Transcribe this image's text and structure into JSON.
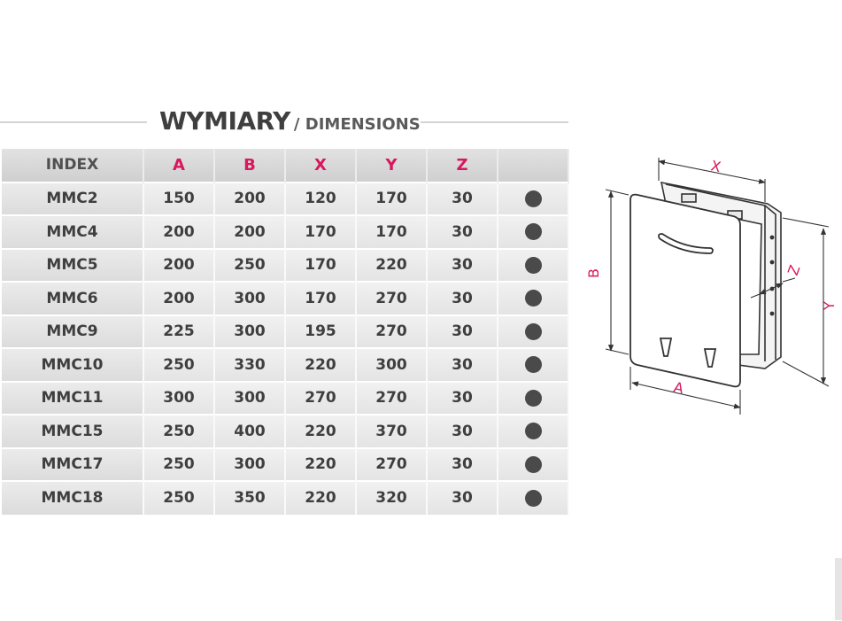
{
  "title": {
    "main": "WYMIARY",
    "sub": "/ DIMENSIONS"
  },
  "table": {
    "headers": [
      "INDEX",
      "A",
      "B",
      "X",
      "Y",
      "Z",
      ""
    ],
    "rows": [
      {
        "index": "MMC2",
        "a": "150",
        "b": "200",
        "x": "120",
        "y": "170",
        "z": "30"
      },
      {
        "index": "MMC4",
        "a": "200",
        "b": "200",
        "x": "170",
        "y": "170",
        "z": "30"
      },
      {
        "index": "MMC5",
        "a": "200",
        "b": "250",
        "x": "170",
        "y": "220",
        "z": "30"
      },
      {
        "index": "MMC6",
        "a": "200",
        "b": "300",
        "x": "170",
        "y": "270",
        "z": "30"
      },
      {
        "index": "MMC9",
        "a": "225",
        "b": "300",
        "x": "195",
        "y": "270",
        "z": "30"
      },
      {
        "index": "MMC10",
        "a": "250",
        "b": "330",
        "x": "220",
        "y": "300",
        "z": "30"
      },
      {
        "index": "MMC11",
        "a": "300",
        "b": "300",
        "x": "270",
        "y": "270",
        "z": "30"
      },
      {
        "index": "MMC15",
        "a": "250",
        "b": "400",
        "x": "220",
        "y": "370",
        "z": "30"
      },
      {
        "index": "MMC17",
        "a": "250",
        "b": "300",
        "x": "220",
        "y": "270",
        "z": "30"
      },
      {
        "index": "MMC18",
        "a": "250",
        "b": "350",
        "x": "220",
        "y": "320",
        "z": "30"
      }
    ],
    "dot_color": "#4a4a4a"
  },
  "diagram": {
    "labels": {
      "x": "X",
      "y": "Y",
      "z": "Z",
      "a": "A",
      "b": "B"
    },
    "accent_color": "#d8175d"
  }
}
